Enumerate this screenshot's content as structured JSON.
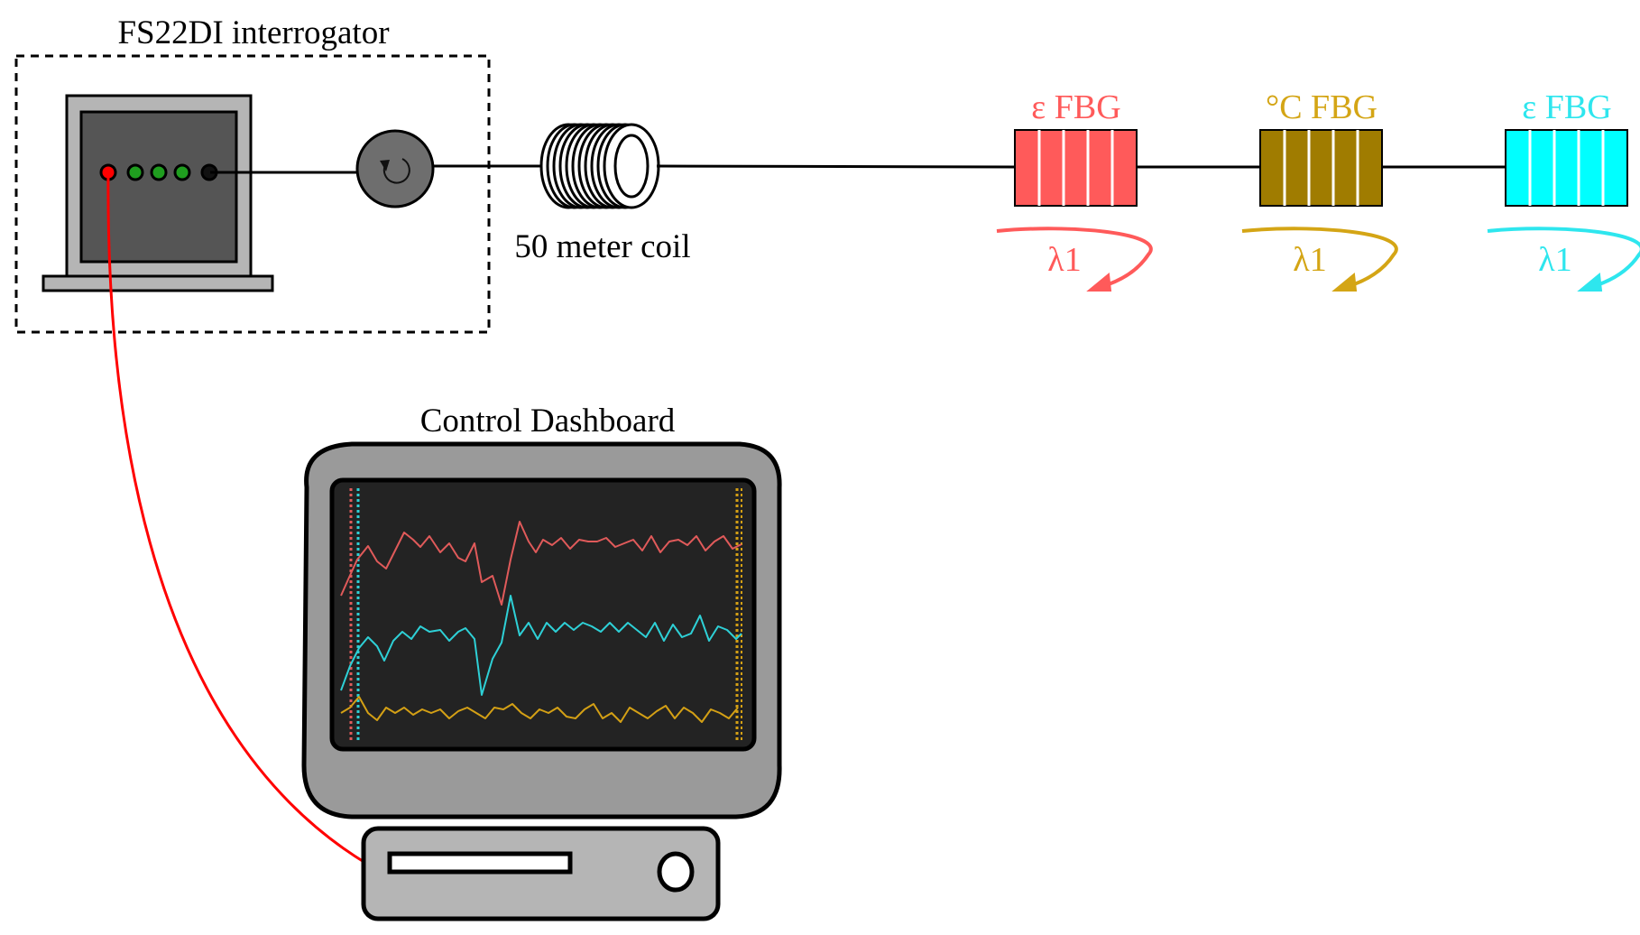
{
  "interrogator": {
    "title": "FS22DI interrogator",
    "led_colors": [
      "#ff0000",
      "#1f9e1f",
      "#1f9e1f",
      "#1f9e1f",
      "#111111"
    ]
  },
  "coil": {
    "label": "50 meter coil"
  },
  "sensors": [
    {
      "label": "ε FBG",
      "wavelength": "λ1",
      "color": "#ff5a5a"
    },
    {
      "label": "°C FBG",
      "wavelength": "λ1",
      "color": "#a07c00",
      "text_color": "#d4a515"
    },
    {
      "label": "ε FBG",
      "wavelength": "λ1",
      "color": "#00ffff",
      "text_color": "#2ee6ee"
    }
  ],
  "dashboard": {
    "title": "Control Dashboard",
    "trace_colors": [
      "#e05a5a",
      "#2ed0d6",
      "#d4a015"
    ]
  },
  "cable_color": "#ff0000"
}
